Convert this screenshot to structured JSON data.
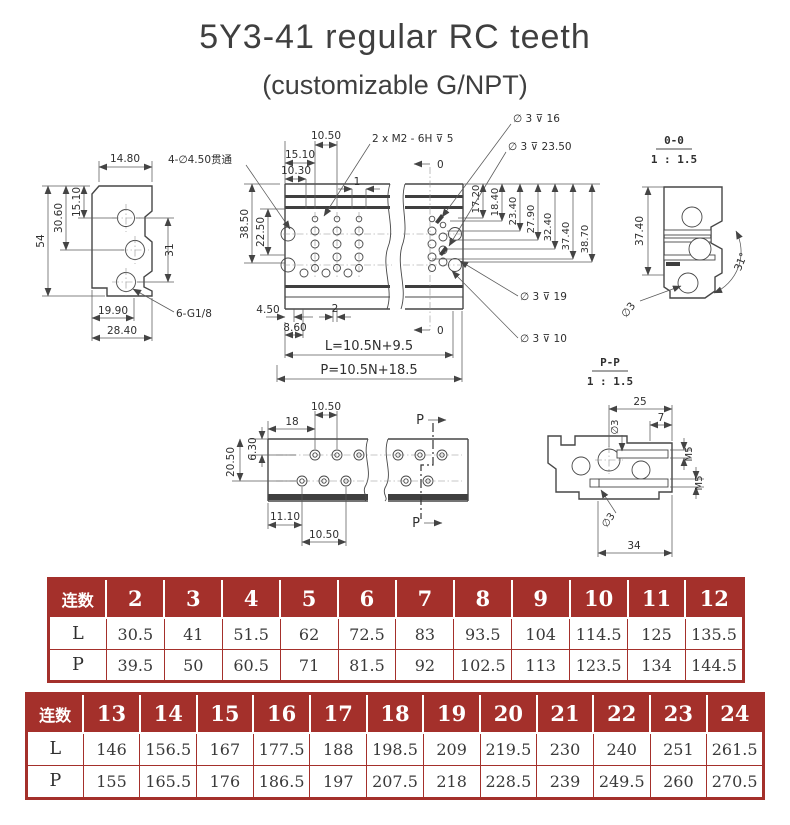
{
  "header": {
    "title": "5Y3-41 regular RC teeth",
    "subtitle": "(customizable G/NPT)"
  },
  "colors": {
    "table_red": "#a4302b",
    "drawing_line": "#474747",
    "dim_text": "#2f2f2f",
    "title_text": "#3f3f3f"
  },
  "drawing": {
    "side_view": {
      "dim_top": "14.80",
      "dim_15_10": "15.10",
      "dim_30_60": "30.60",
      "dim_54": "54",
      "dim_31": "31",
      "dim_19_90": "19.90",
      "dim_28_40": "28.40",
      "label_through_holes": "4-∅4.50贯通",
      "label_ports": "6-G1/8"
    },
    "plan_view": {
      "dim_10_50": "10.50",
      "dim_15_10": "15.10",
      "dim_10_30": "10.30",
      "label_tap": "2 x M2 - 6H ⊽ 5",
      "dim_1": "1",
      "datum_top": "0",
      "datum_bottom": "0",
      "dim_38_50": "38.50",
      "dim_22_50": "22.50",
      "dim_4_50": "4.50",
      "dim_2": "2",
      "dim_8_60": "8.60",
      "formula_L": "L=10.5N+9.5",
      "formula_P": "P=10.5N+18.5",
      "callout_16": "∅ 3 ⊽ 16",
      "callout_23_50": "∅ 3 ⊽ 23.50",
      "callout_19": "∅ 3 ⊽ 19",
      "callout_10": "∅ 3 ⊽ 10",
      "dim_17_20": "17.20",
      "dim_18_40": "18.40",
      "dim_23_40": "23.40",
      "dim_27_90": "27.90",
      "dim_32_40": "32.40",
      "dim_37_40": "37.40",
      "dim_38_70": "38.70"
    },
    "section_oo": {
      "title": "0-0",
      "scale": "1 : 1.5",
      "dim_37_40": "37.40",
      "angle": "31°",
      "dia": "∅3"
    },
    "section_pp_label": {
      "title": "P-P",
      "scale": "1 : 1.5"
    },
    "bottom_view": {
      "dim_10_50_top": "10.50",
      "dim_18": "18",
      "dim_6_30": "6.30",
      "dim_20_50": "20.50",
      "dim_11_10": "11.10",
      "dim_10_50_bottom": "10.50",
      "p_top": "P",
      "p_bottom": "P"
    },
    "section_pp": {
      "dim_25": "25",
      "dim_7": "7",
      "dia_top": "∅3",
      "m5_top": "M5",
      "m5_bottom": "M5",
      "dia_bottom": "∅3",
      "dim_34": "34"
    }
  },
  "tables": [
    {
      "header": [
        "连数",
        "2",
        "3",
        "4",
        "5",
        "6",
        "7",
        "8",
        "9",
        "10",
        "11",
        "12"
      ],
      "rows": [
        {
          "label": "L",
          "values": [
            "30.5",
            "41",
            "51.5",
            "62",
            "72.5",
            "83",
            "93.5",
            "104",
            "114.5",
            "125",
            "135.5"
          ]
        },
        {
          "label": "P",
          "values": [
            "39.5",
            "50",
            "60.5",
            "71",
            "81.5",
            "92",
            "102.5",
            "113",
            "123.5",
            "134",
            "144.5"
          ]
        }
      ]
    },
    {
      "header": [
        "连数",
        "13",
        "14",
        "15",
        "16",
        "17",
        "18",
        "19",
        "20",
        "21",
        "22",
        "23",
        "24"
      ],
      "rows": [
        {
          "label": "L",
          "values": [
            "146",
            "156.5",
            "167",
            "177.5",
            "188",
            "198.5",
            "209",
            "219.5",
            "230",
            "240",
            "251",
            "261.5"
          ]
        },
        {
          "label": "P",
          "values": [
            "155",
            "165.5",
            "176",
            "186.5",
            "197",
            "207.5",
            "218",
            "228.5",
            "239",
            "249.5",
            "260",
            "270.5"
          ]
        }
      ]
    }
  ]
}
